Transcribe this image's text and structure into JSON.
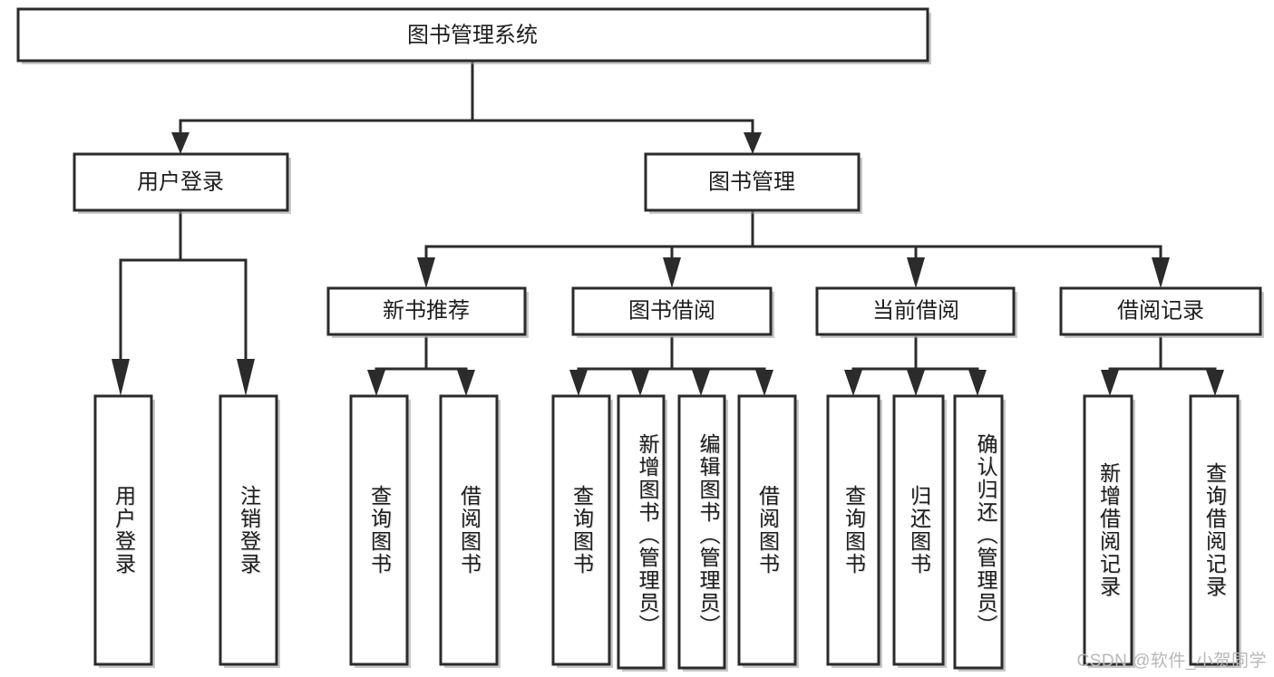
{
  "diagram": {
    "title": "图书管理系统",
    "type": "tree",
    "watermark": "CSDN @软件_小贺同学",
    "root": {
      "label": "图书管理系统"
    },
    "level2": [
      {
        "label": "用户登录"
      },
      {
        "label": "图书管理"
      }
    ],
    "level3": [
      {
        "label": "新书推荐"
      },
      {
        "label": "图书借阅"
      },
      {
        "label": "当前借阅"
      },
      {
        "label": "借阅记录"
      }
    ],
    "leaves": {
      "user_login": [
        {
          "label": "用户登录"
        },
        {
          "label": "注销登录"
        }
      ],
      "new_book": [
        {
          "label": "查询图书"
        },
        {
          "label": "借阅图书"
        }
      ],
      "book_borrow": [
        {
          "label": "查询图书"
        },
        {
          "label": "新增图书（管理员）"
        },
        {
          "label": "编辑图书（管理员）"
        },
        {
          "label": "借阅图书"
        }
      ],
      "current_borrow": [
        {
          "label": "查询图书"
        },
        {
          "label": "归还图书"
        },
        {
          "label": "确认归还（管理员）"
        }
      ],
      "borrow_record": [
        {
          "label": "新增借阅记录"
        },
        {
          "label": "查询借阅记录"
        }
      ]
    },
    "colors": {
      "stroke": "#2b2b2b",
      "fill": "#ffffff",
      "text": "#1d1d1d",
      "watermark": "#b8b8b8"
    }
  }
}
